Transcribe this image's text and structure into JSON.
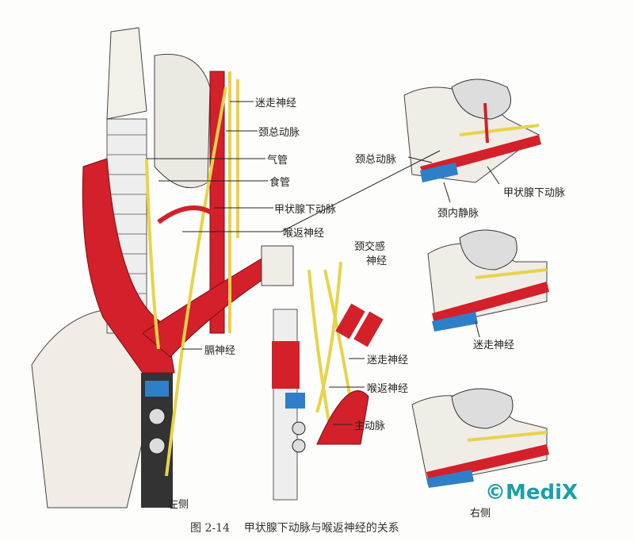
{
  "figure": {
    "caption_number": "图 2-14",
    "caption_title": "甲状腺下动脉与喉返神经的关系",
    "watermark": "©MediX",
    "left_panel": {
      "side_label": "左侧",
      "labels": [
        "迷走神经",
        "颈总动脉",
        "气管",
        "食管",
        "甲状腺下动脉",
        "喉返神经",
        "膈神经"
      ]
    },
    "middle_panel": {
      "labels": [
        "颈交感",
        "神经",
        "迷走神经",
        "喉返神经",
        "主动脉"
      ]
    },
    "right_panel": {
      "side_label": "右侧",
      "labels": [
        "颈总动脉",
        "甲状腺下动脉",
        "颈内静脉",
        "迷走神经"
      ]
    },
    "colors": {
      "artery": "#d3202a",
      "vein": "#2f7fc8",
      "nerve": "#e8d34a",
      "watermark": "#1aa0a8"
    }
  }
}
